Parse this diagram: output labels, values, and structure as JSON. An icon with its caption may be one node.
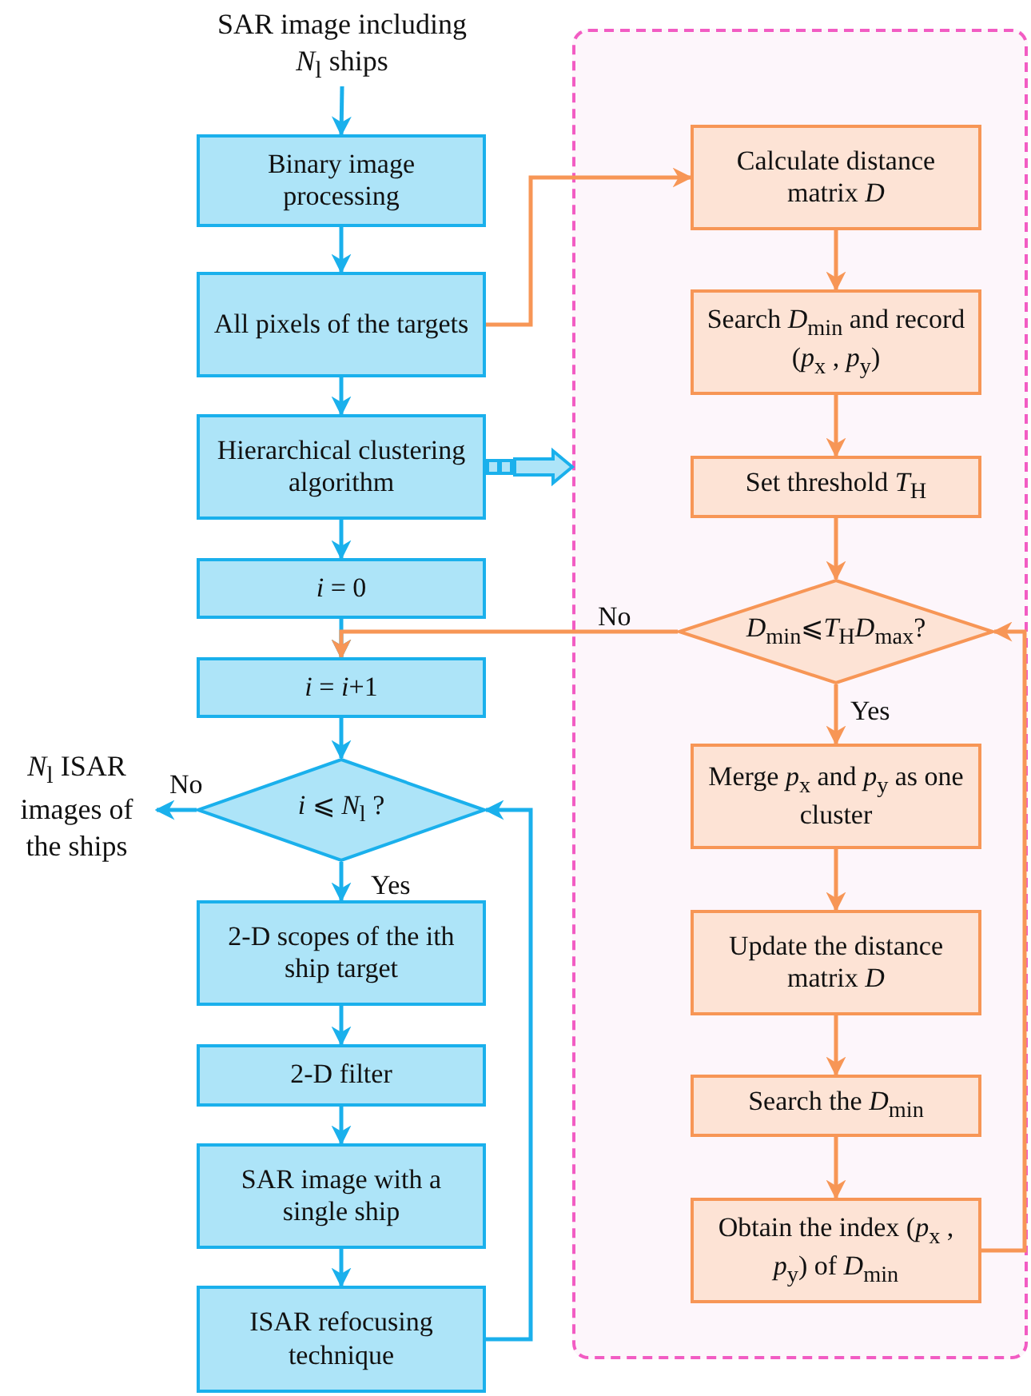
{
  "diagram": {
    "nodes": [
      {
        "text": [
          "SAR image including *N*$_{l}$ ships"
        ]
      },
      {
        "text": [
          "Binary image processing"
        ]
      },
      {
        "text": [
          "All pixels of the targets"
        ]
      },
      {
        "text": [
          "Hierarchical clustering algorithm"
        ]
      },
      {
        "text": [
          "*i* = 0"
        ]
      },
      {
        "text": [
          "*i* = *i*+1"
        ]
      },
      {
        "text": [
          "*i* ⩽ *N*$_{l}$ ?"
        ]
      },
      {
        "text": [
          "*N*$_{l}$ ISAR images of the ships"
        ]
      },
      {
        "text": [
          "2-D scopes of the ith ship target"
        ]
      },
      {
        "text": [
          "2-D filter"
        ]
      },
      {
        "text": [
          "SAR image with a single ship"
        ]
      },
      {
        "text": [
          "ISAR refocusing technique"
        ]
      },
      {
        "text": [],
        "shape": "box"
      },
      {
        "text": [
          "Calculate distance matrix *D*"
        ],
        "in": 12
      },
      {
        "text": [
          "Search *D*$_{min}$ and record (*p*$_{x}$ , *p*$_{y}$)"
        ],
        "in": 12
      },
      {
        "text": [
          "Set threshold *T*$_{H}$"
        ],
        "in": 12
      },
      {
        "text": [
          "*D*$_{min}$⩽*T*$_{H}$*D*$_{max}$?"
        ],
        "in": 12
      },
      {
        "text": [
          "Merge *p*$_{x}$ and *p*$_{y}$ as one cluster"
        ],
        "in": 12
      },
      {
        "text": [
          "Update the distance matrix *D*"
        ],
        "in": 12
      },
      {
        "text": [
          "Search the *D*$_{min}$"
        ],
        "in": 12
      },
      {
        "text": [
          "Obtain the index (*p*$_{x}$ , *p*$_{y}$) of *D*$_{min}$"
        ],
        "in": 12
      }
    ],
    "edges": [
      {
        "from": 0,
        "to": 1,
        "arrow": "to"
      },
      {
        "from": 1,
        "to": 2,
        "arrow": "to"
      },
      {
        "from": 2,
        "to": 3,
        "arrow": "to"
      },
      {
        "from": 3,
        "to": 4,
        "arrow": "to"
      },
      {
        "from": 4,
        "to": 5,
        "arrow": "to"
      },
      {
        "from": 5,
        "to": 6,
        "arrow": "to"
      },
      {
        "from": 6,
        "to": 7,
        "arrow": "to",
        "label": "No"
      },
      {
        "from": 6,
        "to": 8,
        "arrow": "to",
        "label": "Yes"
      },
      {
        "from": 8,
        "to": 9,
        "arrow": "to"
      },
      {
        "from": 9,
        "to": 10,
        "arrow": "to"
      },
      {
        "from": 10,
        "to": 11,
        "arrow": "to"
      },
      {
        "from": 11,
        "to": 6,
        "arrow": "to"
      },
      {
        "from": 2,
        "to": 13,
        "arrow": "to",
        "color": "#f79656"
      },
      {
        "from": 3,
        "to": 12,
        "arrow": "to",
        "style": "thick"
      },
      {
        "from": 13,
        "to": 14,
        "arrow": "to",
        "color": "#f79656"
      },
      {
        "from": 14,
        "to": 15,
        "arrow": "to",
        "color": "#f79656"
      },
      {
        "from": 15,
        "to": 16,
        "arrow": "to",
        "color": "#f79656"
      },
      {
        "from": 16,
        "to": 17,
        "arrow": "to",
        "color": "#f79656",
        "label": "Yes"
      },
      {
        "from": 17,
        "to": 18,
        "arrow": "to",
        "color": "#f79656"
      },
      {
        "from": 18,
        "to": 19,
        "arrow": "to",
        "color": "#f79656"
      },
      {
        "from": 19,
        "to": 20,
        "arrow": "to",
        "color": "#f79656"
      },
      {
        "from": 20,
        "to": 16,
        "arrow": "to",
        "color": "#f79656"
      },
      {
        "from": 16,
        "to": 5,
        "arrow": "to",
        "color": "#f79656",
        "label": "No"
      }
    ]
  }
}
